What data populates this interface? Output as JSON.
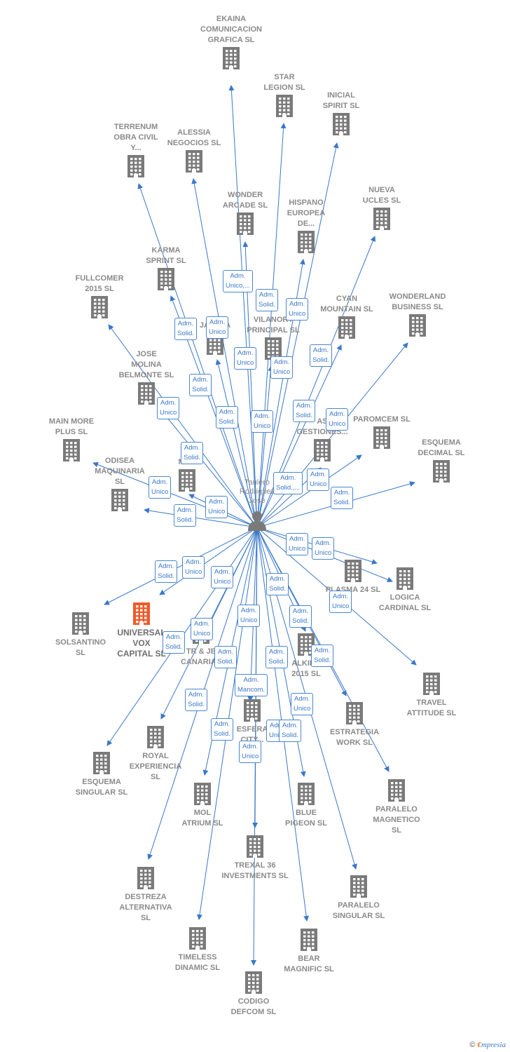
{
  "person": {
    "name": "Taulero\nRodriguez\nJose"
  },
  "footer": {
    "brand": "mpresia"
  },
  "colors": {
    "line": "#3a78c8",
    "building": "#7a7a7a",
    "highlight": "#f05a28",
    "text": "#8a8a8a"
  },
  "companies": [
    {
      "id": "ekaina",
      "label": "EKAINA\nCOMUNICACION\nGRAFICA SL"
    },
    {
      "id": "star",
      "label": "STAR\nLEGION SL"
    },
    {
      "id": "inicial",
      "label": "INICIAL\nSPIRIT SL"
    },
    {
      "id": "terrenum",
      "label": "TERRENUM\nOBRA CIVIL\nY..."
    },
    {
      "id": "alessia",
      "label": "ALESSIA\nNEGOCIOS SL"
    },
    {
      "id": "wonder",
      "label": "WONDER\nARCADE SL"
    },
    {
      "id": "hispano",
      "label": "HISPANO\nEUROPEA\nDE..."
    },
    {
      "id": "nueva",
      "label": "NUEVA\nUCLES SL"
    },
    {
      "id": "karma",
      "label": "KARMA\nSPRINT SL"
    },
    {
      "id": "fullcomer",
      "label": "FULLCOMER\n2015 SL"
    },
    {
      "id": "javaga",
      "label": "JAVAGA"
    },
    {
      "id": "vilanort",
      "label": "VILANORT\nPRINCIPAL SL"
    },
    {
      "id": "cyan",
      "label": "CYAN\nMOUNTAIN SL"
    },
    {
      "id": "wonderland",
      "label": "WONDERLAND\nBUSINESS SL"
    },
    {
      "id": "jose",
      "label": "JOSE\nMOLINA\nBELMONTE SL"
    },
    {
      "id": "asgestiones",
      "label": "AS\nGESTIONES..."
    },
    {
      "id": "paromcem",
      "label": "PAROMCEM SL"
    },
    {
      "id": "mainmore",
      "label": "MAIN MORE\nPLUS SL"
    },
    {
      "id": "esquemadec",
      "label": "ESQUEMA\nDECIMAL SL"
    },
    {
      "id": "odisea",
      "label": "ODISEA\nMAQUINARIA\nSL"
    },
    {
      "id": "remak",
      "label": "RE\nMAK"
    },
    {
      "id": "plasma",
      "label": "PLASMA 24 SL"
    },
    {
      "id": "logica",
      "label": "LOGICA\nCARDINAL SL"
    },
    {
      "id": "solsantino",
      "label": "SOLSANTINO\nSL"
    },
    {
      "id": "universal",
      "label": "UNIVERSAL\nVOX\nCAPITAL SL"
    },
    {
      "id": "canarias",
      "label": "TR & JE\nCANARIAS"
    },
    {
      "id": "alkira",
      "label": "ALKIRA\n2015 SL"
    },
    {
      "id": "travel",
      "label": "TRAVEL\nATTITUDE SL"
    },
    {
      "id": "esfera",
      "label": "ESFERA\nCITY..."
    },
    {
      "id": "estrategia",
      "label": "ESTRATEGIA\nWORK SL"
    },
    {
      "id": "royal",
      "label": "ROYAL\nEXPERIENCIA\nSL"
    },
    {
      "id": "esquemasing",
      "label": "ESQUEMA\nSINGULAR SL"
    },
    {
      "id": "mol",
      "label": "MOL\nATRIUM SL"
    },
    {
      "id": "blue",
      "label": "BLUE\nPIGEON SL"
    },
    {
      "id": "paralelomag",
      "label": "PARALELO\nMAGNETICO\nSL"
    },
    {
      "id": "trexal",
      "label": "TREXAL 36\nINVESTMENTS SL"
    },
    {
      "id": "destreza",
      "label": "DESTREZA\nALTERNATIVA\nSL"
    },
    {
      "id": "paralelosing",
      "label": "PARALELO\nSINGULAR SL"
    },
    {
      "id": "timeless",
      "label": "TIMELESS\nDINAMIC SL"
    },
    {
      "id": "bear",
      "label": "BEAR\nMAGNIFIC SL"
    },
    {
      "id": "codigo",
      "label": "CODIGO\nDEFCOM SL"
    }
  ],
  "badges": [
    "Adm.\nUnico,...",
    "Adm.\nSolid.",
    "Adm.\nUnico",
    "Adm.\nSolid.",
    "Adm.\nUnico",
    "Adm.\nUnico",
    "Adm.\nUnico",
    "Adm.\nSolid.",
    "Adm.\nSolid.",
    "Adm.\nUnico",
    "Adm.\nSolid.",
    "Adm.\nUnico",
    "Adm.\nSolid.",
    "Adm.\nUnico",
    "Adm.\nSolid.",
    "Adm.\nSolid.,...",
    "Adm.\nUnico",
    "Adm.\nSolid.",
    "Adm.\nUnico",
    "Adm.\nSolid.",
    "Adm.\nUnico",
    "Adm.\nUnico",
    "Adm.\nUnico",
    "Adm.\nSolid.",
    "Adm.\nUnico",
    "Adm.\nUnico",
    "Adm.\nSolid.",
    "Adm.\nUnico",
    "Adm.\nSolid.",
    "Adm.\nUnico",
    "Adm.\nUnico",
    "Adm.\nSolid.",
    "Adm.\nSolid.",
    "Adm.\nSolid.",
    "Adm.\nSolid.",
    "Adm.\nMancom.",
    "Adm.\nSolid.",
    "Adm.\nUnico",
    "Adm.\nSolid.",
    "Adm.\nUnico",
    "Adm.\nUnico",
    "Adm.\nSolid."
  ]
}
